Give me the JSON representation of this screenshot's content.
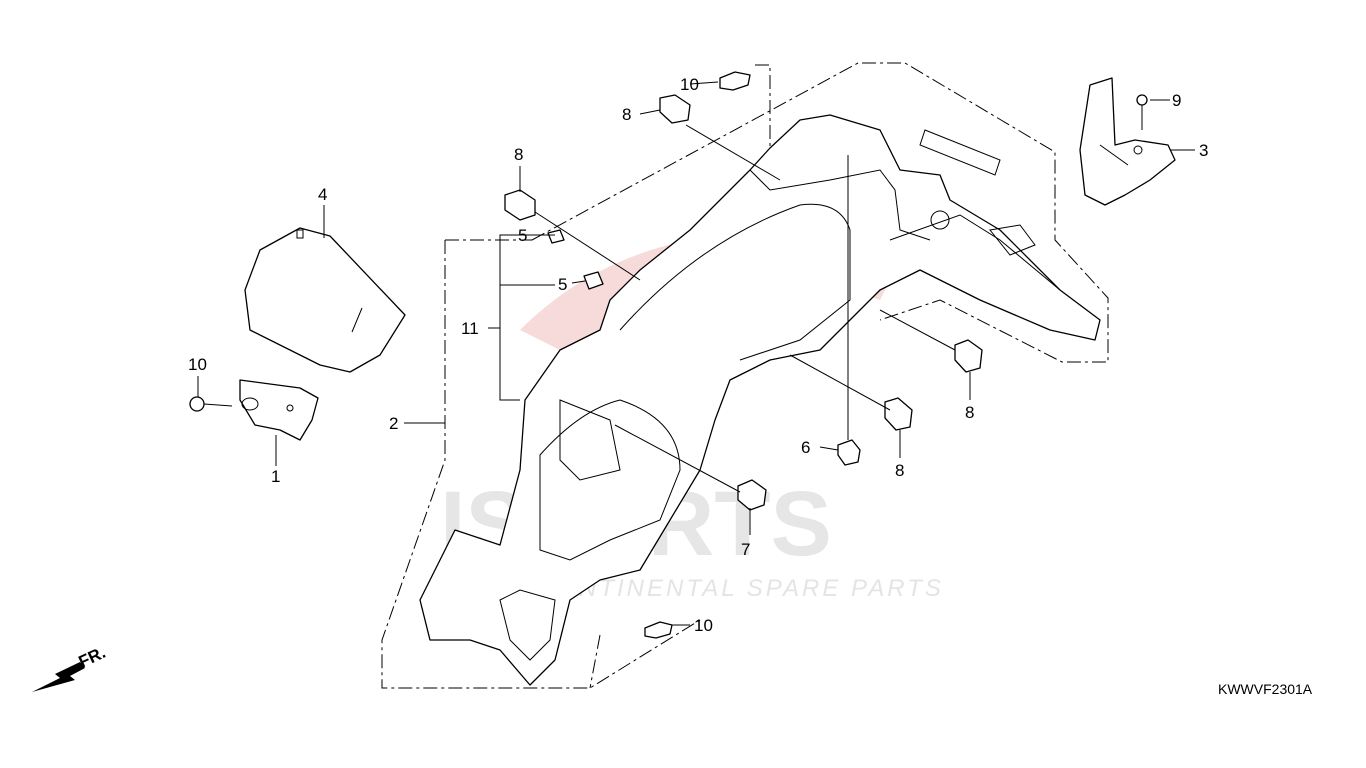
{
  "diagram": {
    "code": "KWWVF2301A",
    "direction_label": "FR.",
    "watermark": {
      "brand": "ISPARTS",
      "tagline": "INTERCONTINENTAL SPARE PARTS"
    },
    "callouts": [
      {
        "id": "c1",
        "text": "1"
      },
      {
        "id": "c2",
        "text": "2"
      },
      {
        "id": "c3",
        "text": "3"
      },
      {
        "id": "c4",
        "text": "4"
      },
      {
        "id": "c5a",
        "text": "5"
      },
      {
        "id": "c5b",
        "text": "5"
      },
      {
        "id": "c6",
        "text": "6"
      },
      {
        "id": "c7",
        "text": "7"
      },
      {
        "id": "c8a",
        "text": "8"
      },
      {
        "id": "c8b",
        "text": "8"
      },
      {
        "id": "c8c",
        "text": "8"
      },
      {
        "id": "c8d",
        "text": "8"
      },
      {
        "id": "c9",
        "text": "9"
      },
      {
        "id": "c10a",
        "text": "10"
      },
      {
        "id": "c10b",
        "text": "10"
      },
      {
        "id": "c10c",
        "text": "10"
      },
      {
        "id": "c11",
        "text": "11"
      }
    ]
  }
}
